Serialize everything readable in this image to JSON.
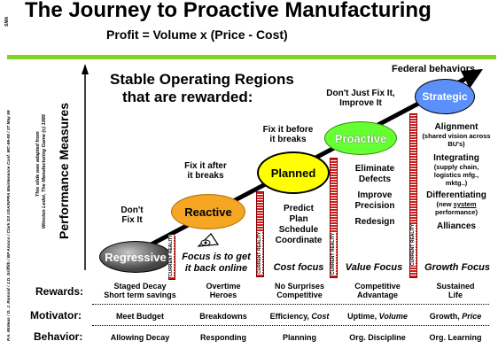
{
  "title": "The Journey to Proactive Manufacturing",
  "subtitle": "Profit = Volume x (Price - Cost)",
  "side_credit_1": "P.A. Moteus / D. J. Ramsid / J.D. Griffith / BP Amoco / Clark D3 USA/NPRA Maintenance Conf. MC-99-05 / 27 May 99",
  "side_credit_2": "This slide was adapted from",
  "side_credit_3": "Winston Ledet, The Manufacturing Game (c) 1995",
  "side_corner": "SMA",
  "y_axis_label": "Performance Measures",
  "headline": [
    "Stable Operating Regions",
    "that are rewarded:"
  ],
  "federal": "Federal behaviors",
  "nodes": {
    "regressive": "Regressive",
    "reactive": "Reactive",
    "planned": "Planned",
    "proactive": "Proactive",
    "strategic": "Strategic"
  },
  "captions": {
    "dont_fix": [
      "Don't",
      "Fix It"
    ],
    "fix_after": [
      "Fix it after",
      "it breaks"
    ],
    "fix_before": [
      "Fix it before",
      "it breaks"
    ],
    "dont_just": [
      "Don't Just Fix It,",
      "Improve It"
    ]
  },
  "planned_list": [
    "Predict",
    "Plan",
    "Schedule",
    "Coordinate"
  ],
  "proactive_list": [
    "Eliminate",
    "Defects",
    "Improve",
    "Precision",
    "Redesign"
  ],
  "strategic_list": {
    "alignment": "Alignment",
    "alignment_sub": "(shared vision across BU's)",
    "integrating": "Integrating",
    "integrating_sub": "(supply chain, logistics mfg., mktg..)",
    "differentiating": "Differentiating",
    "differentiating_sub_a": "(new ",
    "differentiating_sub_b": "system",
    "differentiating_sub_c": " performance)",
    "alliances": "Alliances"
  },
  "focus": {
    "reactive": [
      "Focus is to get",
      "it back online"
    ],
    "planned": "Cost focus",
    "proactive": "Value Focus",
    "strategic": "Growth Focus"
  },
  "current_reality": "CURRENT REALITY",
  "rows": {
    "rewards": {
      "label": "Rewards:",
      "cells": [
        [
          "Staged Decay",
          "Short term savings"
        ],
        [
          "Overtime",
          "Heroes"
        ],
        [
          "No Surprises",
          "Competitive"
        ],
        [
          "Competitive",
          "Advantage"
        ],
        [
          "Sustained",
          "Life"
        ]
      ]
    },
    "motivator": {
      "label": "Motivator:",
      "cells": [
        {
          "a": "Meet Budget",
          "b": ""
        },
        {
          "a": "Breakdowns",
          "b": ""
        },
        {
          "a": "Efficiency, ",
          "b": "Cost"
        },
        {
          "a": "Uptime, ",
          "b": "Volume"
        },
        {
          "a": "Growth, ",
          "b": "Price"
        }
      ]
    },
    "behavior": {
      "label": "Behavior:",
      "cells": [
        "Allowing Decay",
        "Responding",
        "Planning",
        "Org. Discipline",
        "Org. Learning"
      ]
    }
  },
  "colors": {
    "green_bar": "#7ed321",
    "reactive": "#f5a623",
    "planned": "#ffff00",
    "proactive": "#66ff33",
    "strategic": "#5b8ff9",
    "regressive": "#555555",
    "brick": "#cc2020"
  }
}
